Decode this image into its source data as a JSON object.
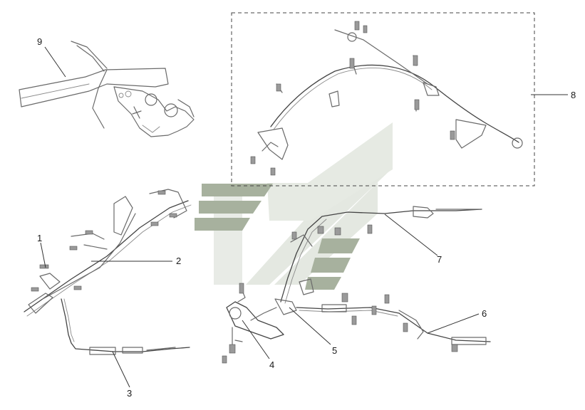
{
  "callouts": {
    "c1": "1",
    "c2": "2",
    "c3": "3",
    "c4": "4",
    "c5": "5",
    "c6": "6",
    "c7": "7",
    "c8": "8",
    "c9": "9"
  },
  "colors": {
    "watermark_light": "#e4e8e1",
    "watermark_dark": "#a7b19e",
    "line": "#6a6a6a"
  }
}
